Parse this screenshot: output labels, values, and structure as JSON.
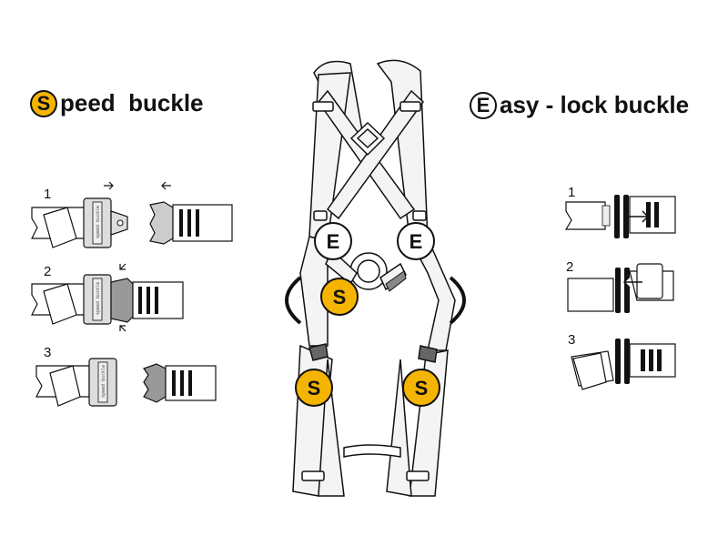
{
  "speed": {
    "badge_letter": "S",
    "title_rest": "peed  buckle"
  },
  "easy": {
    "badge_letter": "E",
    "title_rest": "asy - lock buckle"
  },
  "speed_steps": [
    "1",
    "2",
    "3"
  ],
  "easy_steps": [
    "1",
    "2",
    "3"
  ],
  "buckle_engraving": "speed buckle",
  "harness_markers": [
    "E",
    "E",
    "S",
    "S",
    "S"
  ],
  "colors": {
    "speed_marker": "#f5b400",
    "easy_marker": "#ffffff",
    "outline": "#111111",
    "strap": "#f4f4f4"
  }
}
